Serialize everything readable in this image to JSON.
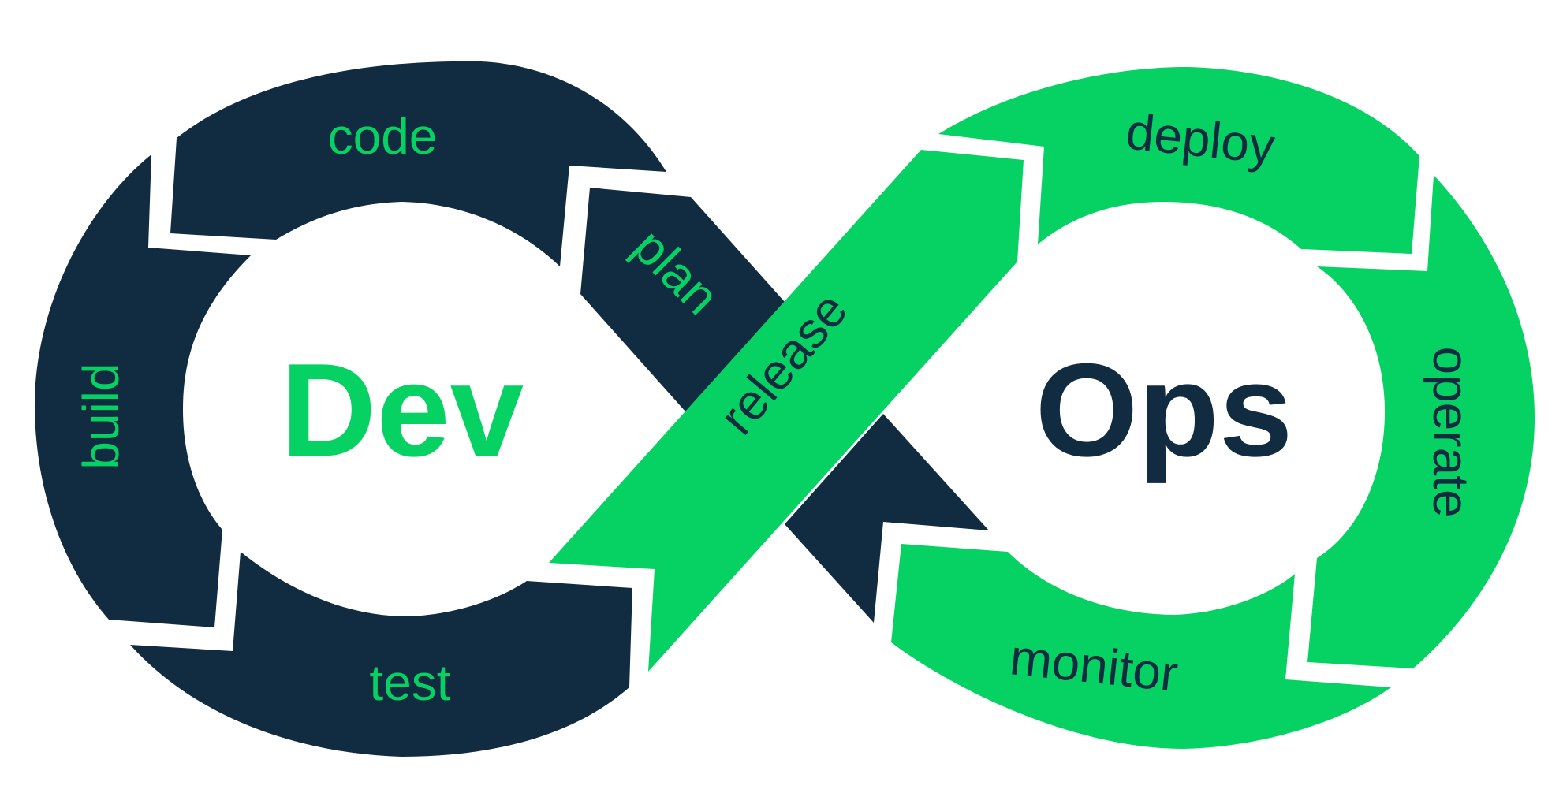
{
  "center": {
    "dev": "Dev",
    "ops": "Ops"
  },
  "stages": {
    "code": "code",
    "plan": "plan",
    "build": "build",
    "test": "test",
    "release": "release",
    "deploy": "deploy",
    "operate": "operate",
    "monitor": "monitor"
  },
  "colors": {
    "dark": "#112b41",
    "green": "#06d163",
    "background": "#ffffff"
  }
}
